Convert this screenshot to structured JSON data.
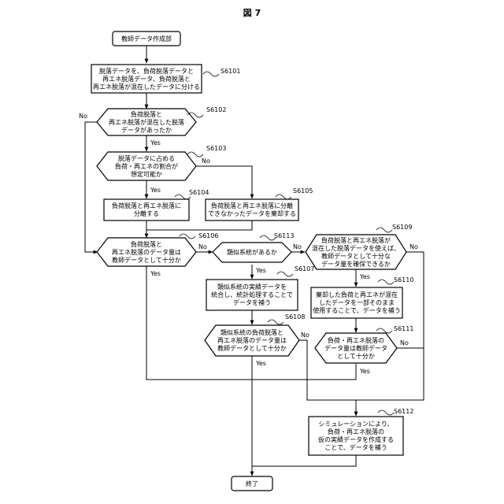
{
  "figure": {
    "title": "図 7"
  },
  "nodes": {
    "start": {
      "lines": [
        "教師データ作成部"
      ]
    },
    "n6101": {
      "step": "S6101",
      "lines": [
        "脱落データを、負荷脱落データと",
        "再エネ脱落データ、負荷脱落と",
        "再エネ脱落が混在したデータに分ける"
      ]
    },
    "n6102": {
      "step": "S6102",
      "lines": [
        "負荷脱落と",
        "再エネ脱落が混在した脱落",
        "データがあったか"
      ]
    },
    "n6103": {
      "step": "S6103",
      "lines": [
        "脱落データに占める",
        "負荷・再エネの割合が",
        "想定可能か"
      ]
    },
    "n6104": {
      "step": "S6104",
      "lines": [
        "負荷脱落と再エネ脱落に",
        "分離する"
      ]
    },
    "n6105": {
      "step": "S6105",
      "lines": [
        "負荷脱落と再エネ脱落に分離",
        "できなかったデータを棄却する"
      ]
    },
    "n6106": {
      "step": "S6106",
      "lines": [
        "負荷脱落と",
        "再エネ脱落のデータ量は",
        "教師データとして十分か"
      ]
    },
    "n6113": {
      "step": "S6113",
      "lines": [
        "類似系統があるか"
      ]
    },
    "n6107": {
      "step": "S6107",
      "lines": [
        "類似系統の実績データを",
        "統合し、統計処理することで",
        "データを補う"
      ]
    },
    "n6108": {
      "step": "S6108",
      "lines": [
        "類似系統の負荷脱落と",
        "再エネ脱落のデータ量は",
        "教師データとして十分か"
      ]
    },
    "n6109": {
      "step": "S6109",
      "lines": [
        "負荷脱落と再エネ脱落が",
        "混在した脱落データを使えば、",
        "教師データとして十分な",
        "データ量を確保できるか"
      ]
    },
    "n6110": {
      "step": "S6110",
      "lines": [
        "棄却した負荷と再エネが混在",
        "したデータを一部そのまま",
        "使用することで、データを補う"
      ]
    },
    "n6111": {
      "step": "S6111",
      "lines": [
        "負荷・再エネ脱落の",
        "データ量は教師データ",
        "として十分か"
      ]
    },
    "n6112": {
      "step": "S6112",
      "lines": [
        "シミュレーションにより、",
        "負荷・再エネ脱落の",
        "仮の実績データを作成する",
        "ことで、データを補う"
      ]
    },
    "end": {
      "lines": [
        "終了"
      ]
    }
  },
  "branch_labels": {
    "yes": "Yes",
    "no": "No"
  }
}
